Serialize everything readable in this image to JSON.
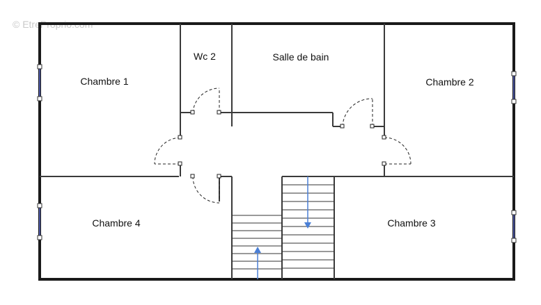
{
  "watermark": "© EtreProprio.com",
  "rooms": {
    "chambre_1": "Chambre 1",
    "wc_2": "Wc 2",
    "salle_de_bain": "Salle de bain",
    "chambre_2": "Chambre 2",
    "chambre_4": "Chambre 4",
    "chambre_3": "Chambre 3"
  },
  "colors": {
    "walls": "#1a1a1a",
    "stair_arrow": "#4a7fd6",
    "window": "#5a67c9",
    "watermark": "#c9c9c9"
  },
  "stairs": [
    {
      "name": "stair-left",
      "direction": "up"
    },
    {
      "name": "stair-right",
      "direction": "down"
    }
  ]
}
